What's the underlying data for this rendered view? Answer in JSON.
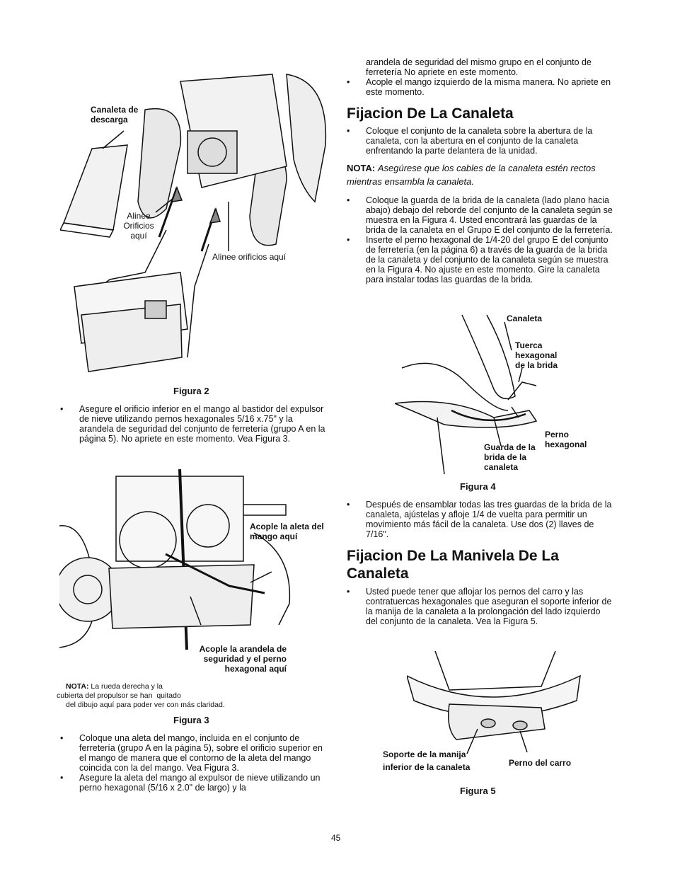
{
  "left": {
    "fig2": {
      "label_discharge": "Canaleta de descarga",
      "label_align1": "Alinee Orificios aquí",
      "label_align2": "Alinee orificios aquí",
      "caption": "Figura 2"
    },
    "bullet_1": "Asegure el orificio inferior en el mango al bastidor del expulsor de nieve utilizando pernos hexagonales 5/16 x.75\" y la arandela de seguridad del conjunto de ferretería (grupo A en la página 5). No apriete en este momento. Vea Figura 3.",
    "fig3": {
      "label_fin": "Acople la aleta del mango aquí",
      "label_washer": "Acople la arandela de seguridad y el perno hexagonal aquí",
      "note_label": "NOTA:",
      "note_text_1": "La rueda derecha y la",
      "note_text_2": "cubierta del propulsor se han",
      "note_text_3": "quitado",
      "note_text_4": "del dibujo aquí para poder ver con más claridad.",
      "caption": "Figura 3"
    },
    "bullets_2": [
      "Coloque una aleta del mango, incluida en el conjunto de ferretería (grupo A en la página 5), sobre el orificio superior en el mango de manera que el contorno de la aleta del mango coincida con la del mango. Vea Figura 3.",
      "Asegure la aleta del mango al expulsor de nieve utilizando un perno hexagonal (5/16 x 2.0\" de largo) y la"
    ]
  },
  "right": {
    "bullets_top": [
      "arandela de seguridad del mismo grupo en el conjunto de ferretería No apriete en este momento.",
      "Acople el mango izquierdo de la misma manera. No apriete en este momento."
    ],
    "heading_1": "Fijacion De La Canaleta",
    "bullet_chute": "Coloque el conjunto de la canaleta sobre la abertura de la canaleta, con la abertura en el conjunto de la canaleta enfrentando la parte delantera de la unidad.",
    "note_label": "NOTA:",
    "note_text": "Asegúrese que los cables de la canaleta estén rectos mientras ensambla la canaleta.",
    "bullets_guard": [
      "Coloque la guarda de la brida de la canaleta (lado plano hacia abajo) debajo del reborde del conjunto de la canaleta según se muestra en la Figura 4. Usted encontrará las guardas de la brida de la canaleta en el Grupo E del conjunto de la ferretería.",
      "Inserte el perno hexagonal de 1/4-20 del grupo E del conjunto de ferretería (en la página 6) a través de la guarda de la brida de la canaleta y del conjunto de la canaleta según se muestra en la Figura 4. No ajuste en este momento. Gire la canaleta para instalar todas las guardas de la brida."
    ],
    "fig4": {
      "label_chute": "Canaleta",
      "label_nut": "Tuerca hexagonal de la brida",
      "label_bolt": "Perno hexagonal",
      "label_guard": "Guarda de la brida de la canaleta",
      "caption": "Figura 4"
    },
    "bullet_after": "Después de ensamblar todas las tres guardas de la brida de la canaleta, ajústelas y afloje 1/4 de vuelta para permitir un movimiento más fácil de la canaleta. Use dos (2) llaves de 7/16\".",
    "heading_2": "Fijacion De La Manivela De La Canaleta",
    "bullet_crank": "Usted puede tener que aflojar los pernos del carro y las contratuercas hexagonales que aseguran el soporte inferior de la manija de la canaleta a la prolongación del lado izquierdo del conjunto de la canaleta. Vea la Figura 5.",
    "fig5": {
      "label_support": "Soporte de la manija inferior de la canaleta",
      "label_carriage": "Perno del carro",
      "caption": "Figura 5"
    }
  },
  "page_number": "45"
}
